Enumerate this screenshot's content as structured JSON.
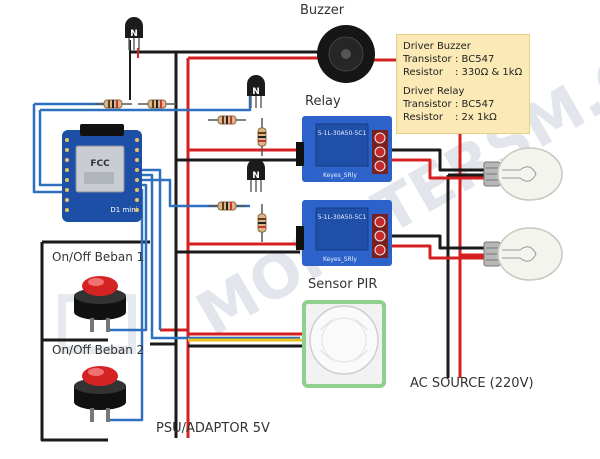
{
  "title": "Buzzer",
  "labels": {
    "buzzer": "Buzzer",
    "relay": "Relay",
    "sensor": "Sensor PIR",
    "switch1": "On/Off Beban 1",
    "switch2": "On/Off Beban 2",
    "psu": "PSU/ADAPTOR 5V",
    "ac": "AC SOURCE (220V)"
  },
  "note": {
    "buzzer_title": "Driver Buzzer",
    "buzzer_transistor_key": "Transistor",
    "buzzer_transistor_val": ": BC547",
    "buzzer_resistor_key": "Resistor",
    "buzzer_resistor_val": ": 330Ω & 1kΩ",
    "relay_title": "Driver Relay",
    "relay_transistor_key": "Transistor",
    "relay_transistor_val": ": BC547",
    "relay_resistor_key": "Resistor",
    "relay_resistor_val": ": 2x 1kΩ"
  },
  "relay_module": {
    "top_text": "5-1L-30A50-5C1",
    "bottom_text": "Keyes_SRly"
  },
  "board": {
    "chip_text": "FCC",
    "label": "D1 mini"
  },
  "transistor_mark": "N",
  "watermark": "MONSTERSM.COM",
  "colors": {
    "wire_red": "#d42020",
    "wire_black": "#1a1a1a",
    "wire_blue": "#2f6fc0",
    "wire_yellow": "#e5c21e",
    "relay_blue": "#2c62c9",
    "board_blue": "#1c4fa5",
    "button_red": "#d52222",
    "note_bg": "#fbeab6"
  }
}
